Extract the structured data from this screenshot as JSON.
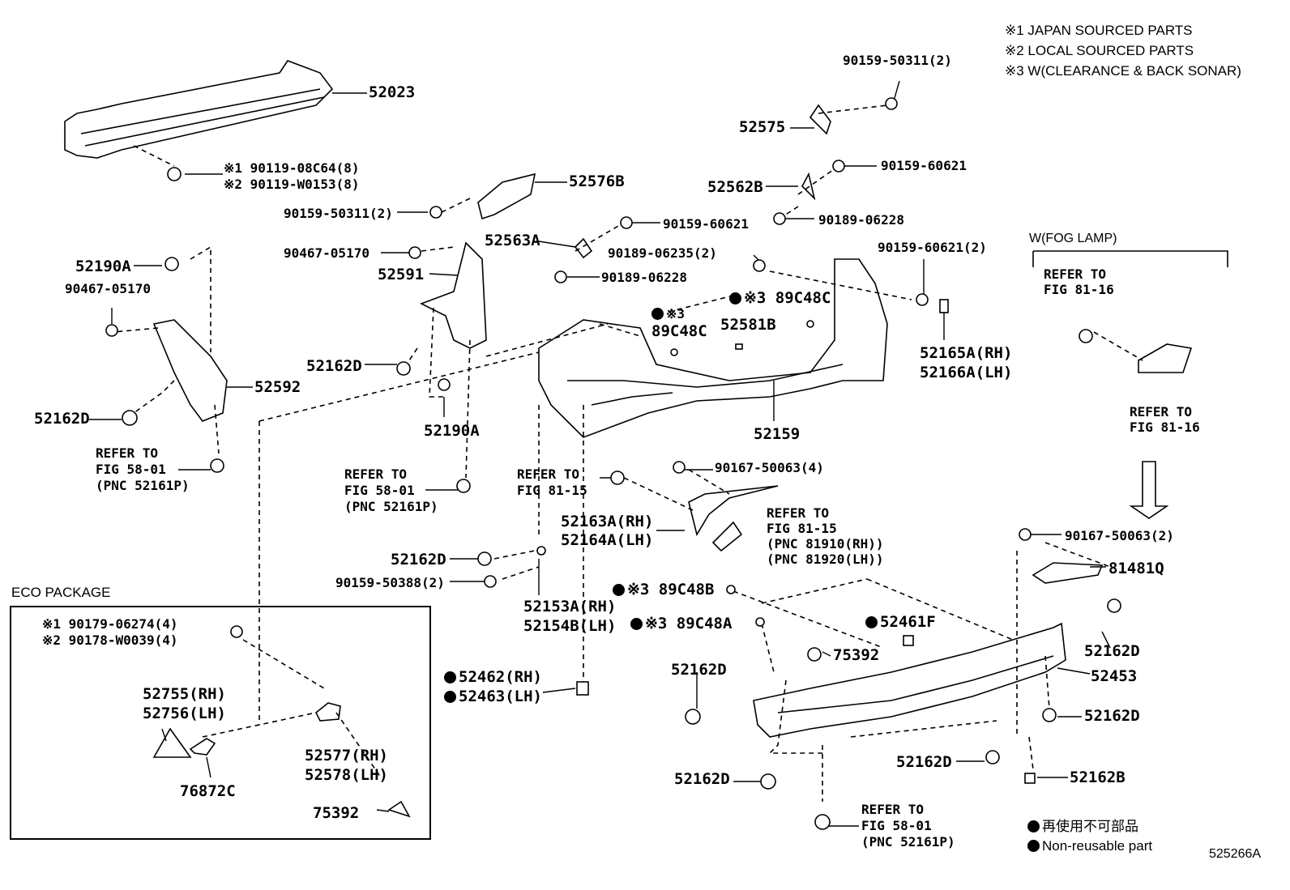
{
  "notes": {
    "n1": "※1  JAPAN SOURCED PARTS",
    "n2": "※2  LOCAL SOURCED PARTS",
    "n3": "※3  W(CLEARANCE & BACK SONAR)"
  },
  "legend": {
    "jp": "再使用不可部品",
    "en": "Non-reusable part"
  },
  "eco_package": "ECO PACKAGE",
  "fog_lamp": "W(FOG LAMP)",
  "diagram_code": "525266A",
  "parts": {
    "p52023": "52023",
    "p90119a": "※1 90119-08C64(8)",
    "p90119b": "※2 90119-W0153(8)",
    "p52576b": "52576B",
    "p90159_50311a": "90159-50311(2)",
    "p90159_50311b": "90159-50311(2)",
    "p52575": "52575",
    "p90159_60621a": "90159-60621",
    "p52562b": "52562B",
    "p90189_06228a": "90189-06228",
    "p52563a": "52563A",
    "p90159_60621b": "90159-60621",
    "p90189_06235": "90189-06235(2)",
    "p90189_06228b": "90189-06228",
    "p90159_60621c": "90159-60621(2)",
    "p52190a_1": "52190A",
    "p90467_1": "90467-05170",
    "p90467_2": "90467-05170",
    "p52591": "52591",
    "p89c48c_a": "※3 89C48C",
    "p89c48c_b": "※3",
    "p89c48c_b2": "89C48C",
    "p52581b": "52581B",
    "p52165a": "52165A(RH)",
    "p52166a": "52166A(LH)",
    "p52162d_1": "52162D",
    "p52162d_2": "52162D",
    "p52592": "52592",
    "p52190a_2": "52190A",
    "p52159": "52159",
    "refer_58_a1": "REFER TO",
    "refer_58_a2": "FIG 58-01",
    "refer_58_a3": "(PNC 52161P)",
    "refer_58_b1": "REFER TO",
    "refer_58_b2": "FIG 58-01",
    "refer_58_b3": "(PNC 52161P)",
    "refer_81_15a1": "REFER TO",
    "refer_81_15a2": "FIG 81-15",
    "p90167_4": "90167-50063(4)",
    "p52163a": "52163A(RH)",
    "p52164a": "52164A(LH)",
    "refer_81_15b1": "REFER TO",
    "refer_81_15b2": "FIG 81-15",
    "refer_81_15b3": "(PNC 81910(RH))",
    "refer_81_15b4": "(PNC 81920(LH))",
    "refer_81_16a1": "REFER TO",
    "refer_81_16a2": "FIG 81-16",
    "refer_81_16b1": "REFER TO",
    "refer_81_16b2": "FIG 81-16",
    "p90167_2": "90167-50063(2)",
    "p81481q": "81481Q",
    "p52162d_3": "52162D",
    "p90159_50388": "90159-50388(2)",
    "p52153a": "52153A(RH)",
    "p52154b": "52154B(LH)",
    "p89c48b": "※3 89C48B",
    "p89c48a": "※3 89C48A",
    "p52461f": "52461F",
    "p75392a": "75392",
    "p52162d_4": "52162D",
    "p52453": "52453",
    "p52162d_5": "52162D",
    "p52462": "52462(RH)",
    "p52463": "52463(LH)",
    "p52162d_6": "52162D",
    "p52162d_7": "52162D",
    "p52162d_8": "52162D",
    "p52162b": "52162B",
    "refer_58_c1": "REFER TO",
    "refer_58_c2": "FIG 58-01",
    "refer_58_c3": "(PNC 52161P)",
    "p90179": "※1 90179-06274(4)",
    "p90178": "※2 90178-W0039(4)",
    "p52755": "52755(RH)",
    "p52756": "52756(LH)",
    "p52577": "52577(RH)",
    "p52578": "52578(LH)",
    "p76872c": "76872C",
    "p75392b": "75392"
  }
}
